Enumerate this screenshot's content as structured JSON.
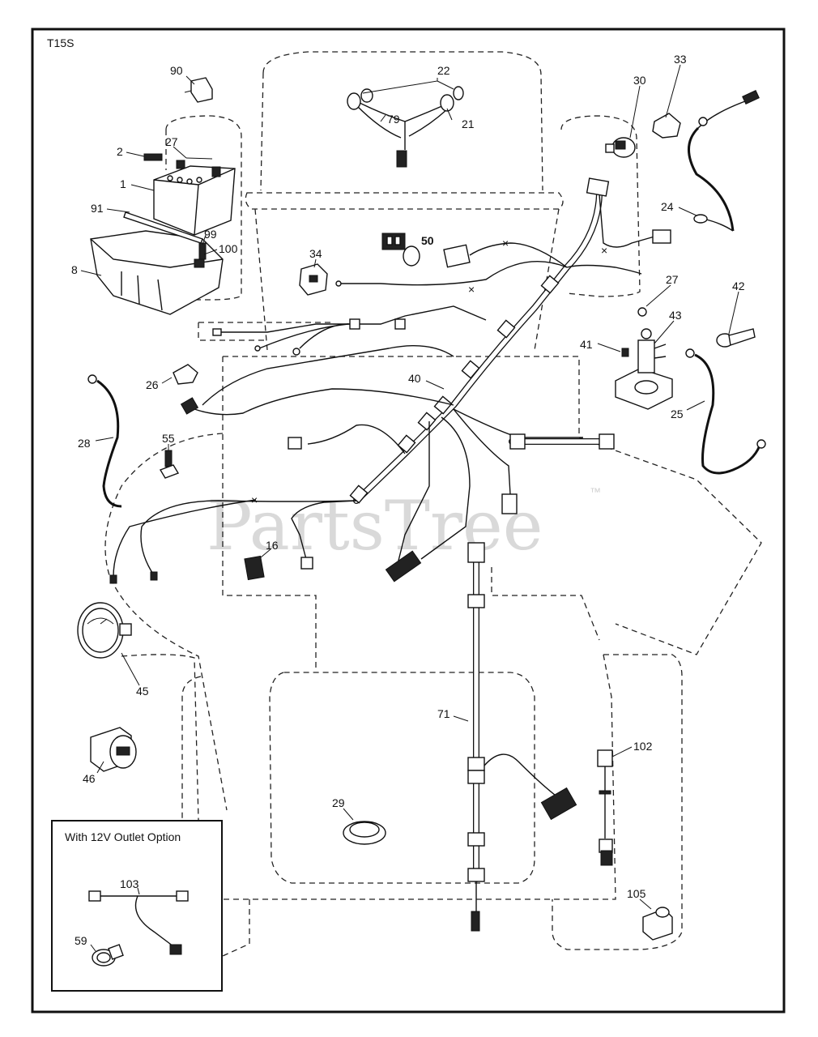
{
  "diagram_id": "T15S",
  "watermark": {
    "text": "PartsTree",
    "mark": "™"
  },
  "callouts": {
    "c1": "1",
    "c2": "2",
    "c8": "8",
    "c16": "16",
    "c21": "21",
    "c22": "22",
    "c24": "24",
    "c25": "25",
    "c26": "26",
    "c27a": "27",
    "c27b": "27",
    "c28": "28",
    "c29": "29",
    "c30": "30",
    "c33": "33",
    "c34": "34",
    "c40": "40",
    "c41": "41",
    "c42": "42",
    "c43": "43",
    "c45": "45",
    "c46": "46",
    "c50": "50",
    "c55": "55",
    "c71": "71",
    "c79": "79",
    "c90": "90",
    "c91": "91",
    "c99": "99",
    "c100": "100",
    "c102": "102",
    "c105": "105"
  },
  "inset": {
    "title": "With 12V Outlet Option",
    "callouts": {
      "c103": "103",
      "c59": "59"
    }
  }
}
